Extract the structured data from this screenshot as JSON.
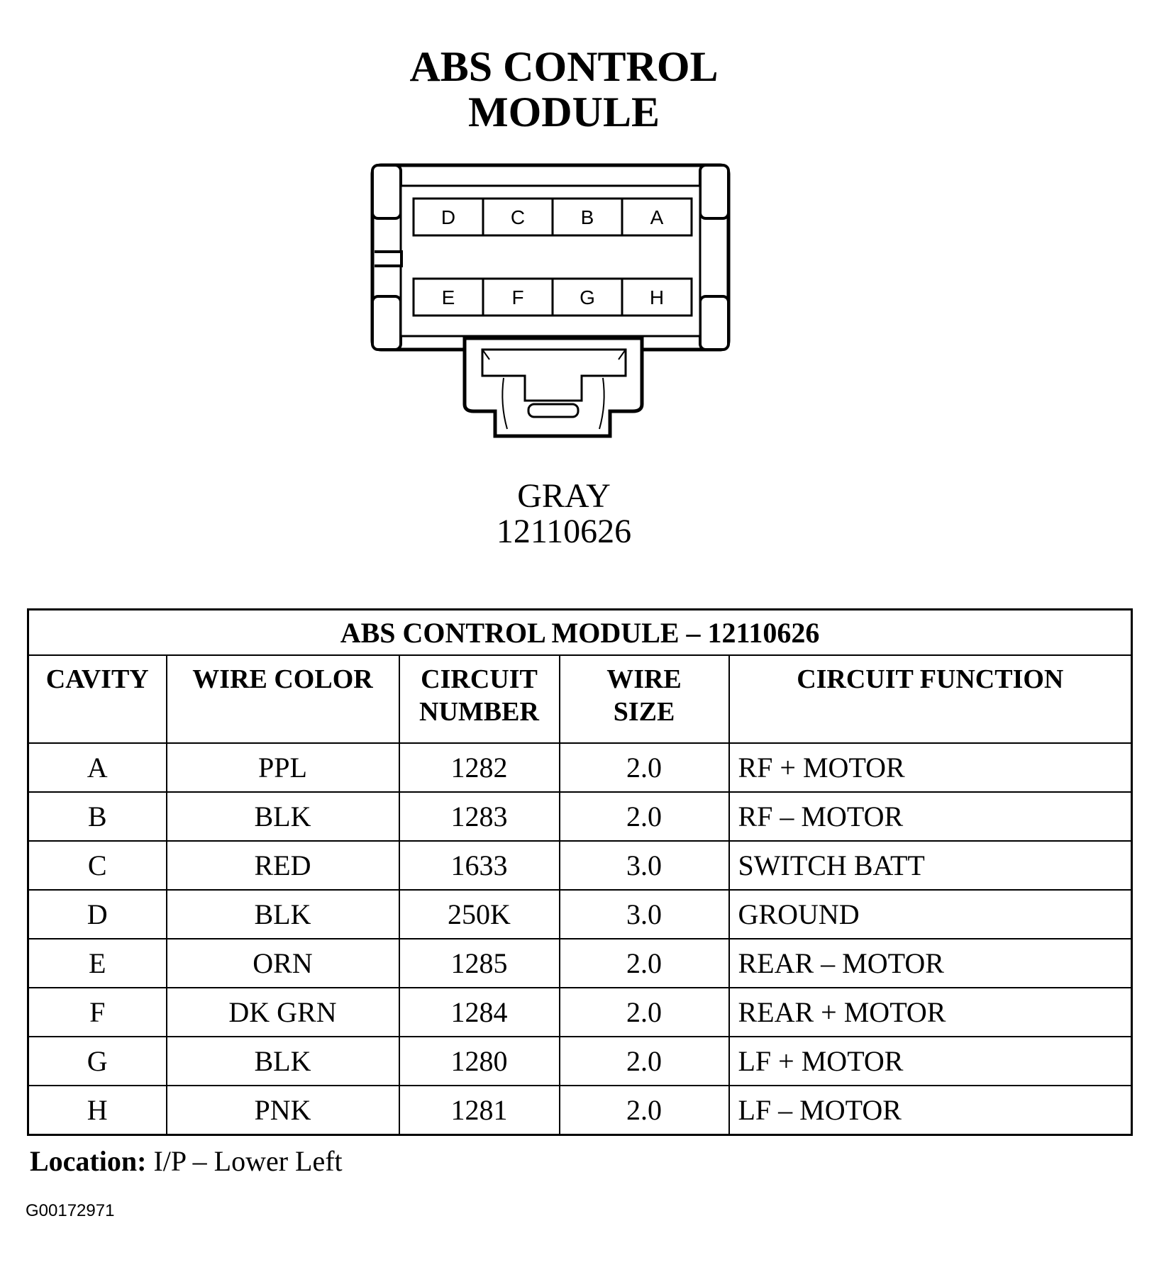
{
  "title": {
    "line1": "ABS CONTROL",
    "line2": "MODULE"
  },
  "connector": {
    "top_cavities": [
      "D",
      "C",
      "B",
      "A"
    ],
    "bottom_cavities": [
      "E",
      "F",
      "G",
      "H"
    ]
  },
  "caption": {
    "color": "GRAY",
    "part_number": "12110626"
  },
  "table": {
    "title": "ABS CONTROL MODULE – 12110626",
    "headers": {
      "cavity": "CAVITY",
      "wire_color": "WIRE COLOR",
      "circuit_number_1": "CIRCUIT",
      "circuit_number_2": "NUMBER",
      "wire_size_1": "WIRE",
      "wire_size_2": "SIZE",
      "circuit_function": "CIRCUIT FUNCTION"
    },
    "rows": [
      {
        "cavity": "A",
        "wire_color": "PPL",
        "circuit_number": "1282",
        "wire_size": "2.0",
        "circuit_function": "RF + MOTOR"
      },
      {
        "cavity": "B",
        "wire_color": "BLK",
        "circuit_number": "1283",
        "wire_size": "2.0",
        "circuit_function": "RF – MOTOR"
      },
      {
        "cavity": "C",
        "wire_color": "RED",
        "circuit_number": "1633",
        "wire_size": "3.0",
        "circuit_function": "SWITCH BATT"
      },
      {
        "cavity": "D",
        "wire_color": "BLK",
        "circuit_number": "250K",
        "wire_size": "3.0",
        "circuit_function": "GROUND"
      },
      {
        "cavity": "E",
        "wire_color": "ORN",
        "circuit_number": "1285",
        "wire_size": "2.0",
        "circuit_function": "REAR – MOTOR"
      },
      {
        "cavity": "F",
        "wire_color": "DK GRN",
        "circuit_number": "1284",
        "wire_size": "2.0",
        "circuit_function": "REAR + MOTOR"
      },
      {
        "cavity": "G",
        "wire_color": "BLK",
        "circuit_number": "1280",
        "wire_size": "2.0",
        "circuit_function": "LF + MOTOR"
      },
      {
        "cavity": "H",
        "wire_color": "PNK",
        "circuit_number": "1281",
        "wire_size": "2.0",
        "circuit_function": "LF – MOTOR"
      }
    ]
  },
  "location": {
    "label": "Location:",
    "value": "I/P – Lower Left"
  },
  "figure_id": "G00172971"
}
